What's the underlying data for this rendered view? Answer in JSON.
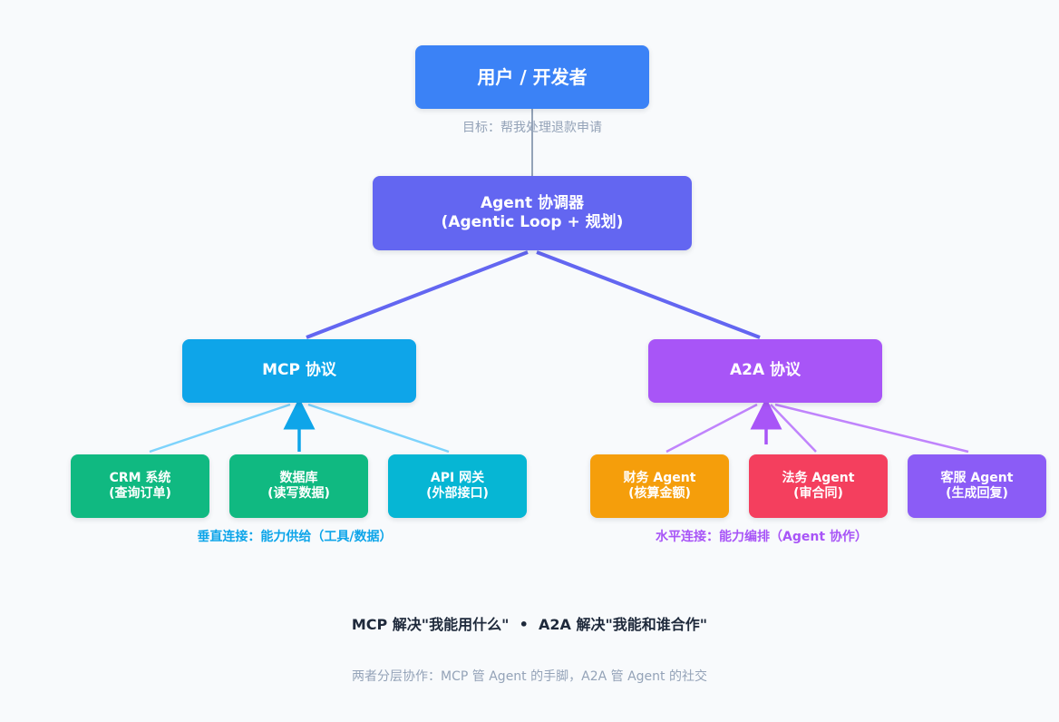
{
  "user": {
    "label": "用户 / 开发者",
    "goal": "目标：帮我处理退款申请"
  },
  "coordinator": {
    "line1": "Agent 协调器",
    "line2": "(Agentic Loop + 规划)"
  },
  "mcp": {
    "label": "MCP 协议",
    "tools": [
      {
        "line1": "CRM 系统",
        "line2": "(查询订单)"
      },
      {
        "line1": "数据库",
        "line2": "(读写数据)"
      },
      {
        "line1": "API 网关",
        "line2": "(外部接口)"
      }
    ],
    "caption": "垂直连接：能力供给（工具/数据）"
  },
  "a2a": {
    "label": "A2A 协议",
    "agents": [
      {
        "line1": "财务 Agent",
        "line2": "(核算金额)"
      },
      {
        "line1": "法务 Agent",
        "line2": "(审合同)"
      },
      {
        "line1": "客服 Agent",
        "line2": "(生成回复)"
      }
    ],
    "caption": "水平连接：能力编排（Agent 协作）"
  },
  "summary": "MCP 解决\"我能用什么\"  •  A2A 解决\"我能和谁合作\"",
  "footnote": "两者分层协作：MCP 管 Agent 的手脚，A2A 管 Agent 的社交",
  "colors": {
    "user": "#3b82f6",
    "coordinator": "#6366f1",
    "mcp": "#0ea5e9",
    "a2a": "#a855f7",
    "tool": "#10b981",
    "api": "#06b6d4",
    "finance": "#f59e0b",
    "legal": "#f43f5e",
    "service": "#8b5cf6",
    "mcp_caption": "#0ea5e9",
    "a2a_caption": "#a855f7"
  }
}
